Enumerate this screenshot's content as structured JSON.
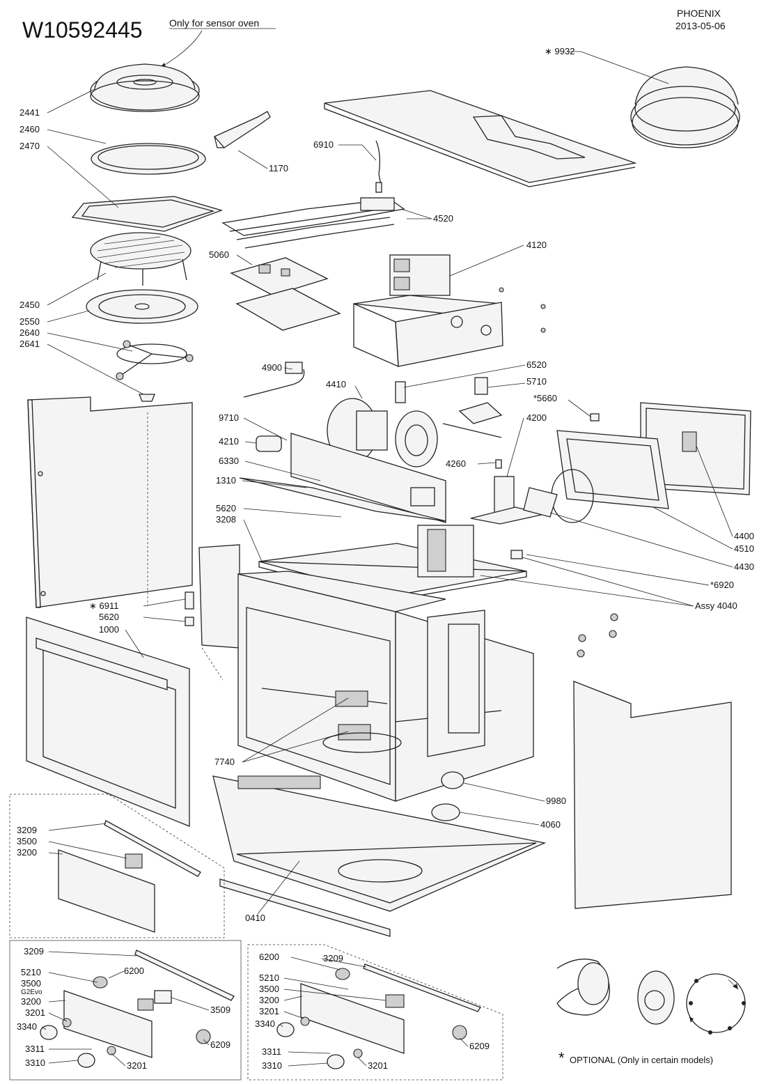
{
  "header": {
    "model": "W10592445",
    "note": "Only for sensor oven",
    "brand": "PHOENIX",
    "date": "2013-05-06"
  },
  "callouts": {
    "c9932": "∗ 9932",
    "c2441": "2441",
    "c2460": "2460",
    "c2470": "2470",
    "c1170": "1170",
    "c6910": "6910",
    "c4520": "4520",
    "c5060": "5060",
    "c4120": "4120",
    "c2450": "2450",
    "c2550": "2550",
    "c2640": "2640",
    "c2641": "2641",
    "c4900": "4900",
    "c6520": "6520",
    "c4410": "4410",
    "c5710": "5710",
    "c5660": "*5660",
    "c9710": "9710",
    "c4200": "4200",
    "c4210": "4210",
    "c6330": "6330",
    "c4260": "4260",
    "c1310": "1310",
    "c5620a": "5620",
    "c3208": "3208",
    "c4400": "4400",
    "c4510": "4510",
    "c4430": "4430",
    "c6920": "*6920",
    "assy4040": "Assy 4040",
    "c6911": "∗ 6911",
    "c5620b": "5620",
    "c1000": "1000",
    "c7740": "7740",
    "c9980": "9980",
    "c4060": "4060",
    "c0410": "0410"
  },
  "inset_top": {
    "c3209": "3209",
    "c3500": "3500",
    "c3200": "3200"
  },
  "inset_left": {
    "c3209": "3209",
    "c5210": "5210",
    "c6200": "6200",
    "c3500": "3500",
    "c3500sub": "G2Evo",
    "c3200": "3200",
    "c3201a": "3201",
    "c3340": "3340",
    "c3509": "3509",
    "c6209": "6209",
    "c3311": "3311",
    "c3310": "3310",
    "c3201b": "3201"
  },
  "inset_right": {
    "c6200": "6200",
    "c3209": "3209",
    "c5210": "5210",
    "c3500": "3500",
    "c3200": "3200",
    "c3201a": "3201",
    "c3340": "3340",
    "c6209": "6209",
    "c3311": "3311",
    "c3310": "3310",
    "c3201b": "3201"
  },
  "footnote": "OPTIONAL (Only in certain models)",
  "footnote_mark": "*"
}
